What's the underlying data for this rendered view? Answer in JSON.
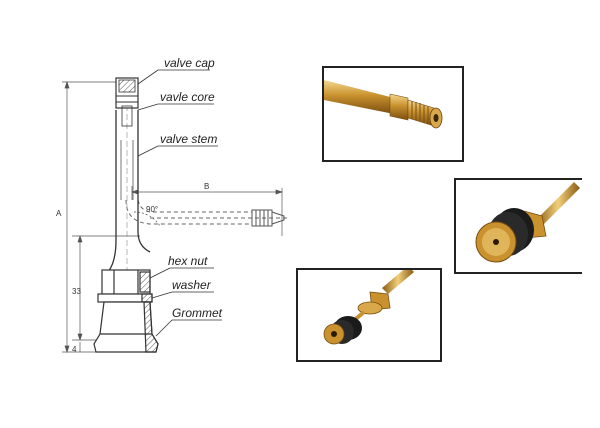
{
  "labels": {
    "valve_cap": "valve cap",
    "valve_core": "vavle core",
    "valve_stem": "valve stem",
    "hex_nut": "hex nut",
    "washer": "washer",
    "grommet": "Grommet"
  },
  "dimensions": {
    "A": "A",
    "B": "B",
    "angle": "90°",
    "h33": "33",
    "h4": "4"
  },
  "colors": {
    "brass": "#c9922e",
    "brass_dark": "#8a5a12",
    "brass_light": "#f0cf7a",
    "rubber": "#1b1b1b",
    "frame": "#222222"
  },
  "photos": [
    {
      "name": "photo-valve-tip",
      "icon": "brass-valve-tip-closeup"
    },
    {
      "name": "photo-valve-base",
      "icon": "valve-base-with-grommet"
    },
    {
      "name": "photo-valve-assembly",
      "icon": "valve-assembly-exploded"
    }
  ]
}
